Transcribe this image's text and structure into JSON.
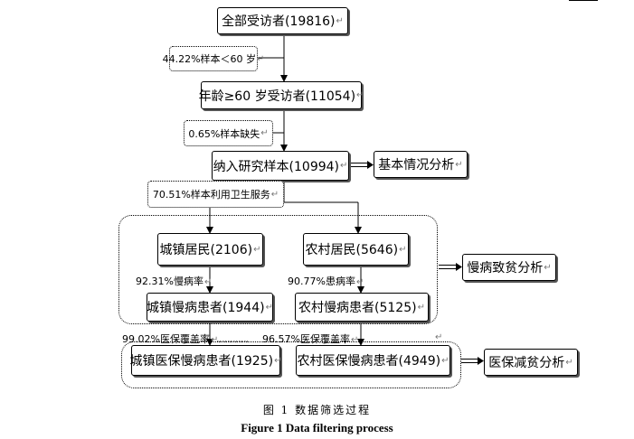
{
  "boxes": {
    "all": "全部受访者(19816)",
    "age60": "年龄≥60 岁受访者(11054)",
    "study": "纳入研究样本(10994)",
    "basic": "基本情况分析",
    "urban": "城镇居民(2106)",
    "rural": "农村居民(5646)",
    "urban_chronic": "城镇慢病患者(1944)",
    "rural_chronic": "农村慢病患者(5125)",
    "chronic_poverty": "慢病致贫分析",
    "urban_insured": "城镇医保慢病患者(1925)",
    "rural_insured": "农村医保慢病患者(4949)",
    "insurance_poverty": "医保减贫分析"
  },
  "notes": {
    "under60": "44.22%样本＜60 岁",
    "missing": "0.65%样本缺失",
    "health_service": "70.51%样本利用卫生服务",
    "urban_rate": "92.31%慢病率",
    "rural_rate": "90.77%患病率",
    "urban_coverage": "99.02%医保覆盖率",
    "rural_coverage": "96.57%医保覆盖率"
  },
  "return_mark": "↵",
  "caption": {
    "chinese": "图 1  数据筛选过程",
    "english": "Figure 1 Data filtering process"
  }
}
